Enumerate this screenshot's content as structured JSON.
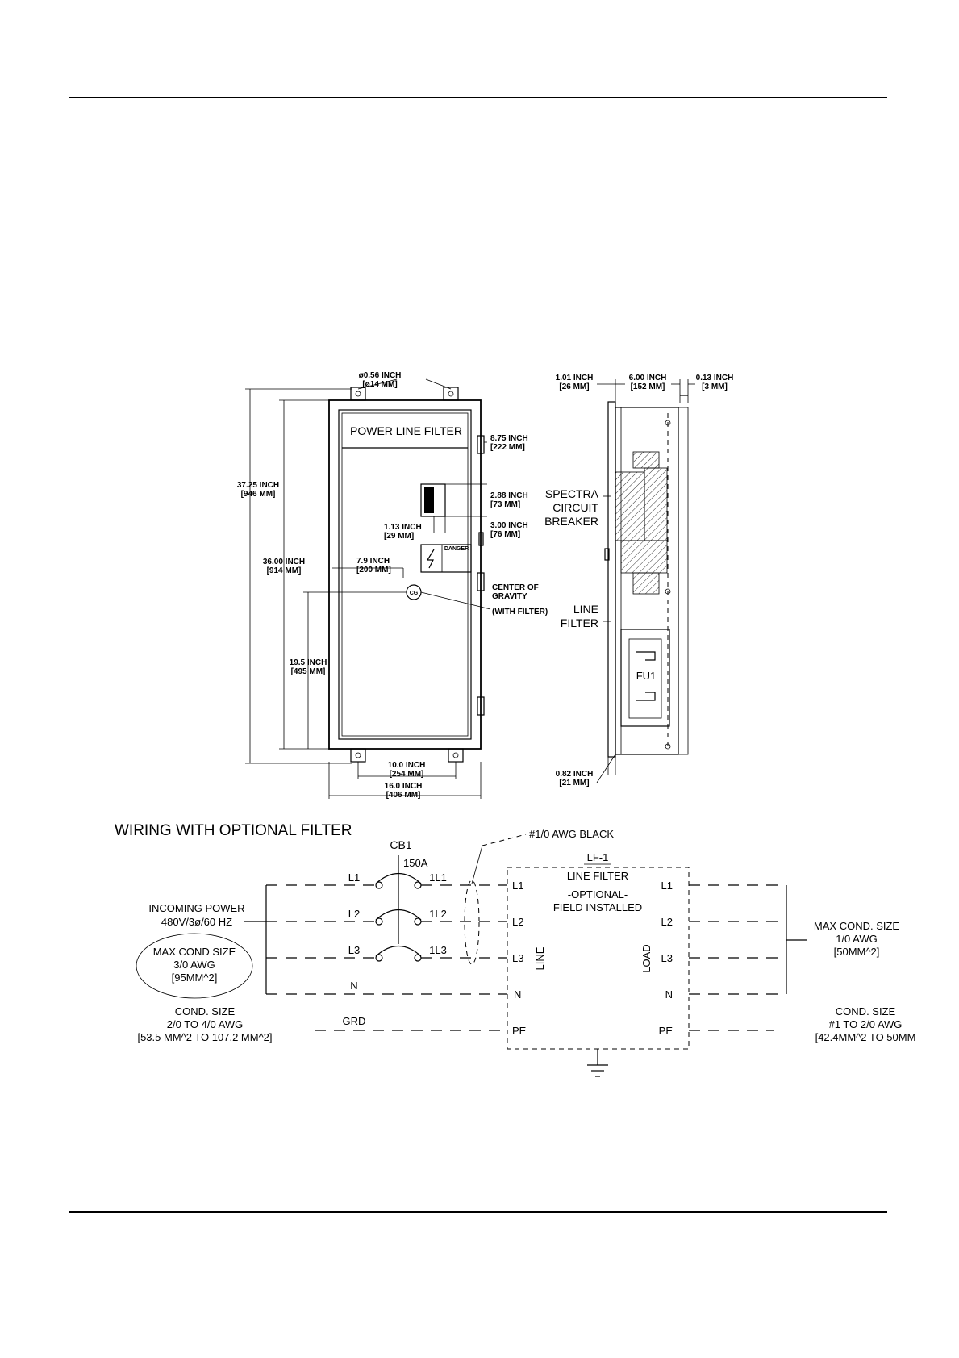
{
  "front_view": {
    "hole_dim": [
      "ø0.56 INCH",
      "[ø14 MM]"
    ],
    "panel_label": "POWER LINE FILTER",
    "height_overall": [
      "37.25 INCH",
      "[946 MM]"
    ],
    "height_body": [
      "36.00 INCH",
      "[914 MM]"
    ],
    "dim_875": [
      "8.75 INCH",
      "[222 MM]"
    ],
    "dim_288": [
      "2.88 INCH",
      "[73 MM]"
    ],
    "dim_113": [
      "1.13 INCH",
      "[29 MM]"
    ],
    "dim_300": [
      "3.00 INCH",
      "[76 MM]"
    ],
    "danger_label": "DANGER",
    "dim_79": [
      "7.9 INCH",
      "[200 MM]"
    ],
    "cg_symbol": "CG",
    "center_of_gravity": [
      "CENTER OF",
      "GRAVITY",
      "(WITH FILTER)"
    ],
    "dim_195": [
      "19.5 INCH",
      "[495 MM]"
    ],
    "dim_100": [
      "10.0 INCH",
      "[254 MM]"
    ],
    "dim_160": [
      "16.0 INCH",
      "[406 MM]"
    ]
  },
  "side_view": {
    "dim_101": [
      "1.01 INCH",
      "[26 MM]"
    ],
    "dim_600": [
      "6.00 INCH",
      "[152 MM]"
    ],
    "dim_013": [
      "0.13 INCH",
      "[3 MM]"
    ],
    "breaker_label": [
      "SPECTRA",
      "CIRCUIT",
      "BREAKER"
    ],
    "filter_label": [
      "LINE",
      "FILTER"
    ],
    "fuse_label": "FU1",
    "dim_082": [
      "0.82 INCH",
      "[21 MM]"
    ]
  },
  "wiring": {
    "title": "WIRING WITH OPTIONAL FILTER",
    "cable_note": "#1/0 AWG BLACK",
    "breaker_id": "CB1",
    "breaker_rating": "150A",
    "input_terminals": [
      "L1",
      "L2",
      "L3"
    ],
    "breaker_outputs": [
      "1L1",
      "1L2",
      "1L3"
    ],
    "neutral": "N",
    "ground": "GRD",
    "incoming_power": [
      "INCOMING POWER",
      "480V/3ø/60 HZ"
    ],
    "max_cond_in": [
      "MAX COND SIZE",
      "3/0 AWG",
      "[95MM^2]"
    ],
    "cond_size_ground": [
      "COND. SIZE",
      "2/0 TO 4/0 AWG",
      "[53.5 MM^2 TO 107.2 MM^2]"
    ],
    "filter_id": "LF-1",
    "filter_name": "LINE FILTER",
    "filter_note": [
      "-OPTIONAL-",
      "FIELD INSTALLED"
    ],
    "line_side_label": "LINE",
    "load_side_label": "LOAD",
    "filter_terminals": [
      "L1",
      "L2",
      "L3",
      "N",
      "PE"
    ],
    "max_cond_out": [
      "MAX COND. SIZE",
      "1/0 AWG",
      "[50MM^2]"
    ],
    "cond_size_pe": [
      "COND. SIZE",
      "#1 TO 2/0 AWG",
      "[42.4MM^2 TO 50MM"
    ]
  }
}
